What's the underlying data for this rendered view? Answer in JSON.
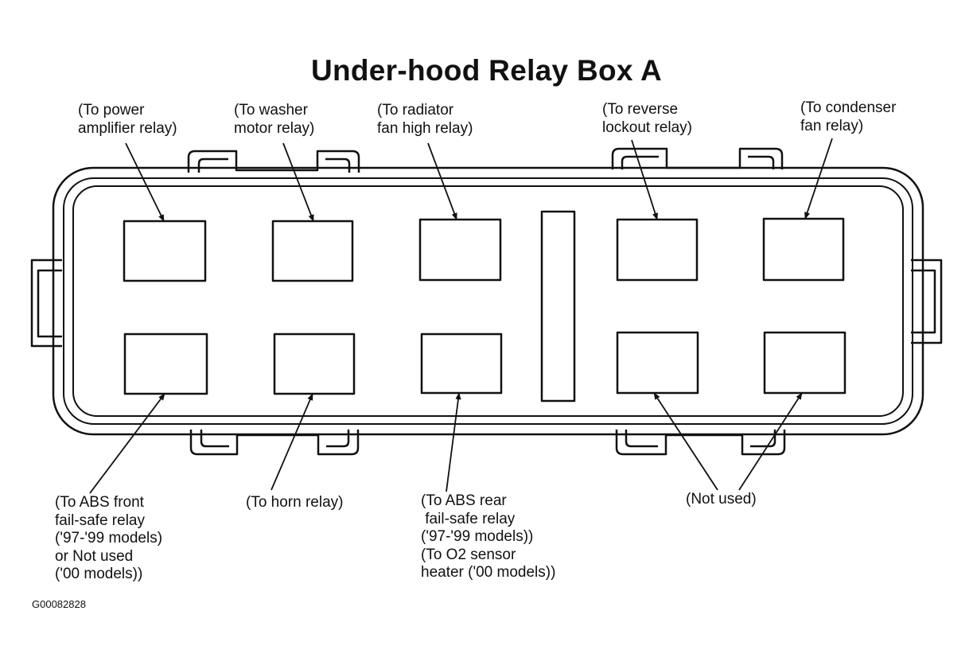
{
  "title": "Under-hood Relay Box A",
  "labels": {
    "top_1": "(To power\namplifier relay)",
    "top_2": "(To washer\nmotor relay)",
    "top_3": "(To radiator\nfan high relay)",
    "top_4": "(To reverse\nlockout relay)",
    "top_5": "(To condenser\nfan relay)",
    "bottom_1": "(To ABS front\nfail-safe relay\n('97-'99 models)\nor Not used\n('00 models))",
    "bottom_2": "(To horn relay)",
    "bottom_3": "(To ABS rear\n fail-safe relay\n('97-'99 models))\n(To O2 sensor\nheater ('00 models))",
    "bottom_4": "(Not used)"
  },
  "figure_code": "G00082828"
}
